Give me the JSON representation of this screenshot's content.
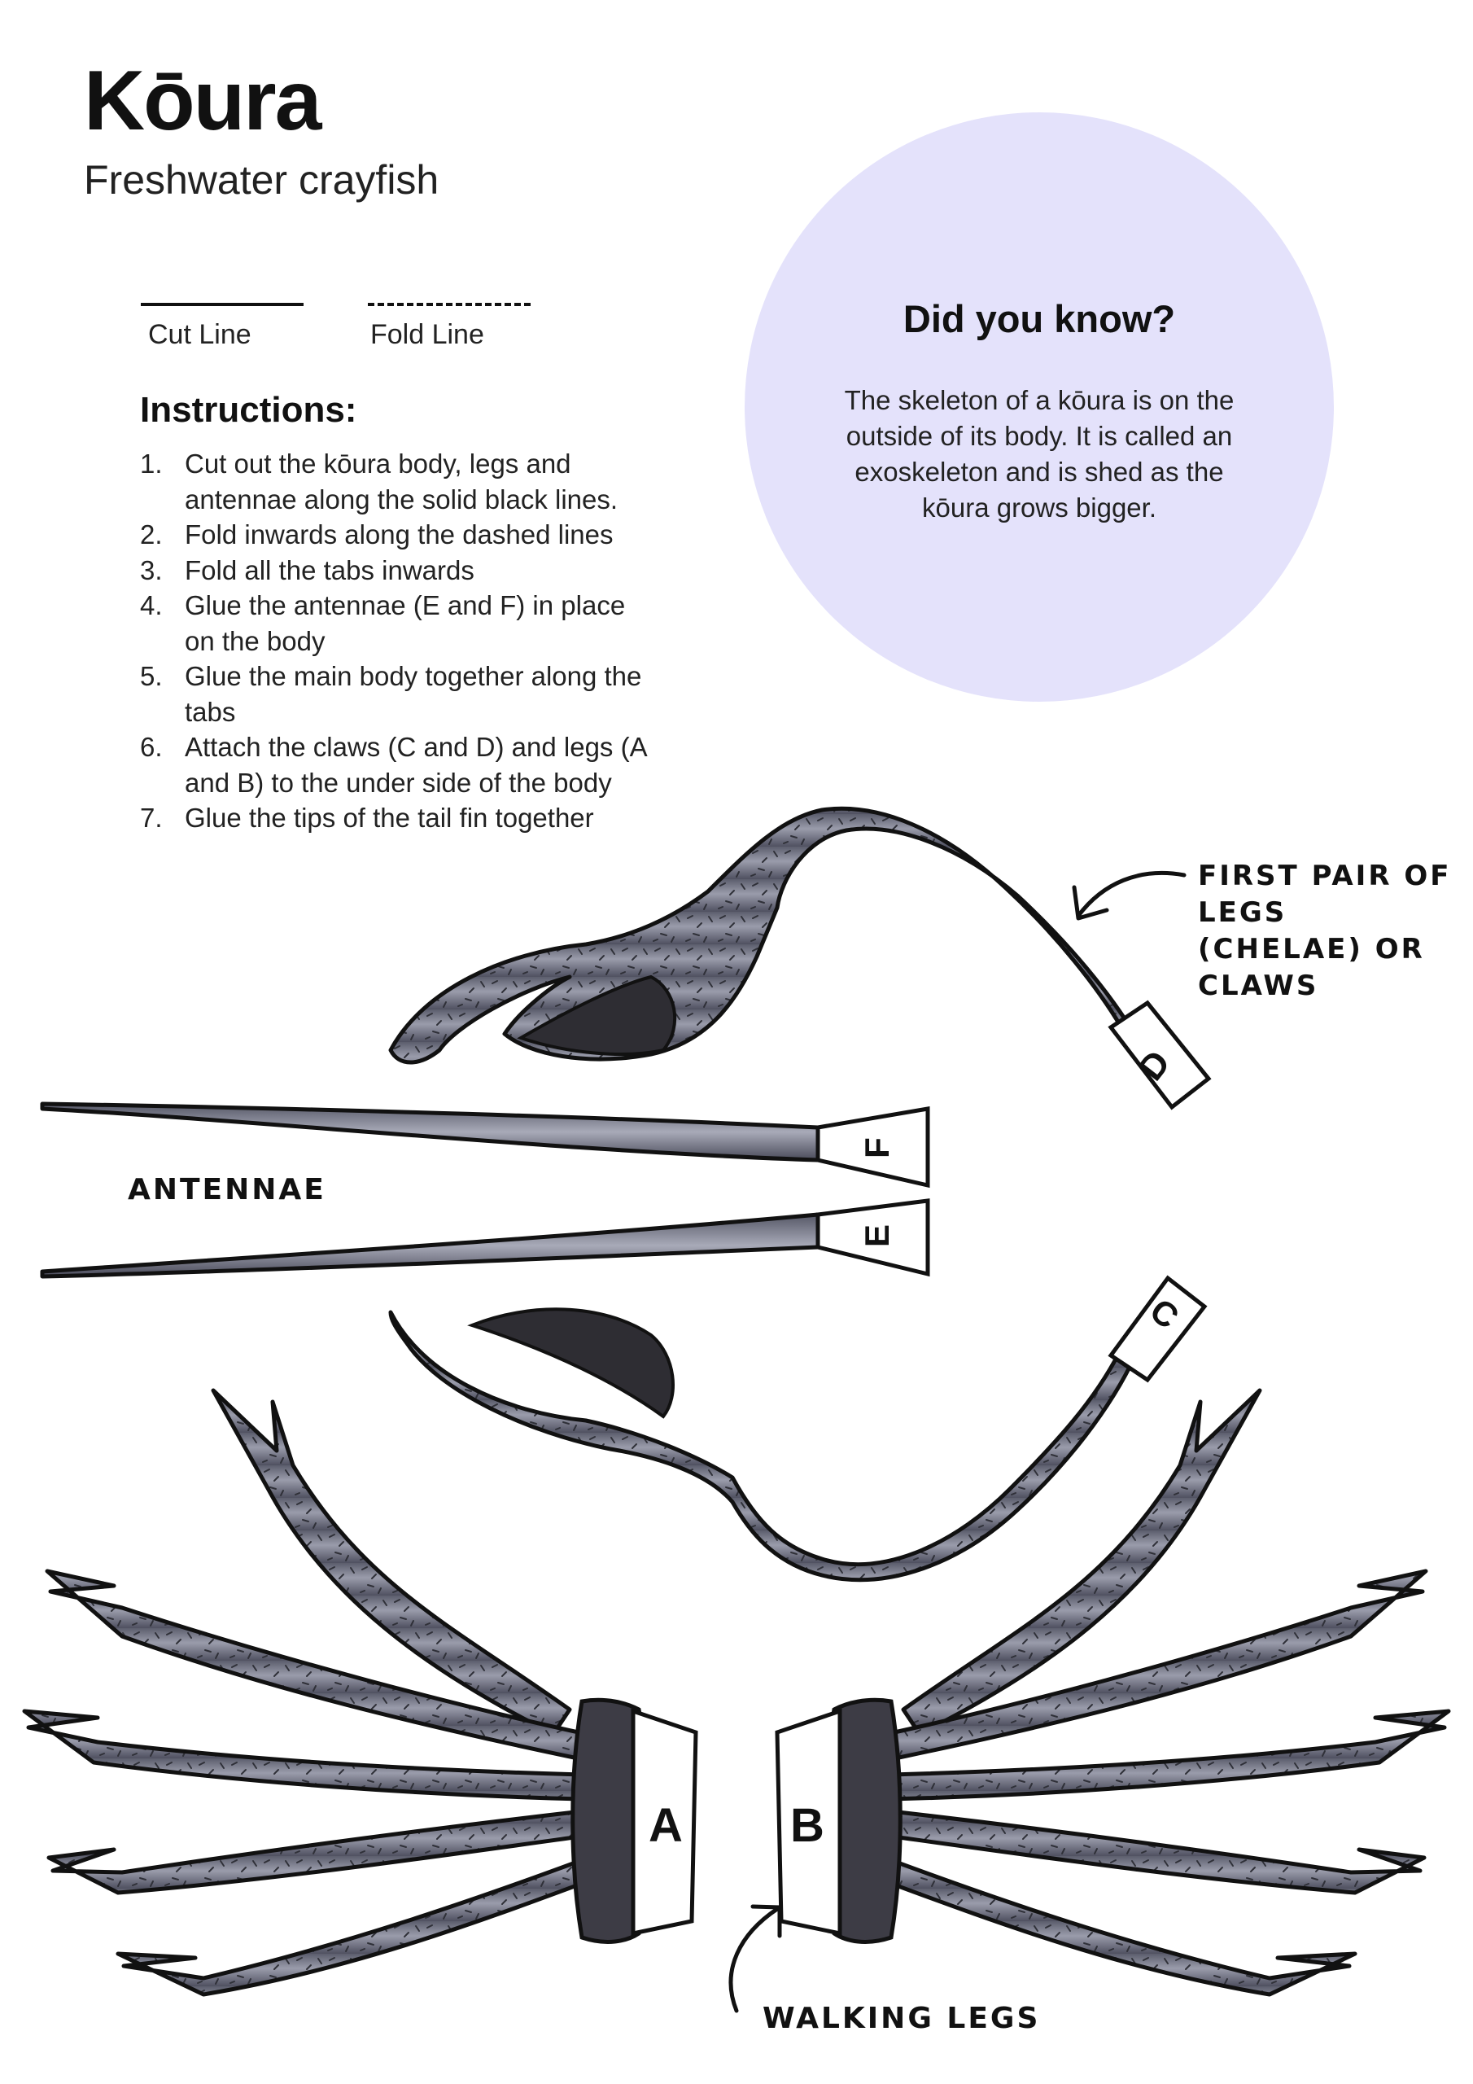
{
  "header": {
    "title": "Kōura",
    "subtitle": "Freshwater crayfish"
  },
  "legend": {
    "cut_label": "Cut Line",
    "fold_label": "Fold Line"
  },
  "instructions": {
    "heading": "Instructions:",
    "steps": [
      {
        "num": "1.",
        "text": "Cut out the kōura body, legs and antennae along the solid black lines."
      },
      {
        "num": "2.",
        "text": "Fold inwards along the dashed lines"
      },
      {
        "num": "3.",
        "text": "Fold all the tabs inwards"
      },
      {
        "num": "4.",
        "text": "Glue the antennae (E and F) in place on the body"
      },
      {
        "num": "5.",
        "text": "Glue the main body together along the tabs"
      },
      {
        "num": "6.",
        "text": "Attach the claws (C and D) and legs (A and B) to the under side of the body"
      },
      {
        "num": "7.",
        "text": "Glue the tips of the tail fin together"
      }
    ]
  },
  "fact": {
    "heading": "Did you know?",
    "text": "The skeleton of a kōura is on the outside of its body. It is called an exoskeleton and is shed as the kōura grows bigger."
  },
  "annotations": {
    "claws": "FIRST PAIR OF LEGS (CHELAE) OR CLAWS",
    "antennae": "ANTENNAE",
    "walking_legs": "WALKING LEGS"
  },
  "tabs": {
    "a": "A",
    "b": "B",
    "c": "C",
    "d": "D",
    "e": "E",
    "f": "F"
  },
  "colors": {
    "fact_circle": "#e4e2fb",
    "body_grey": "#7c7f90",
    "dark_grey": "#3d3c45"
  }
}
